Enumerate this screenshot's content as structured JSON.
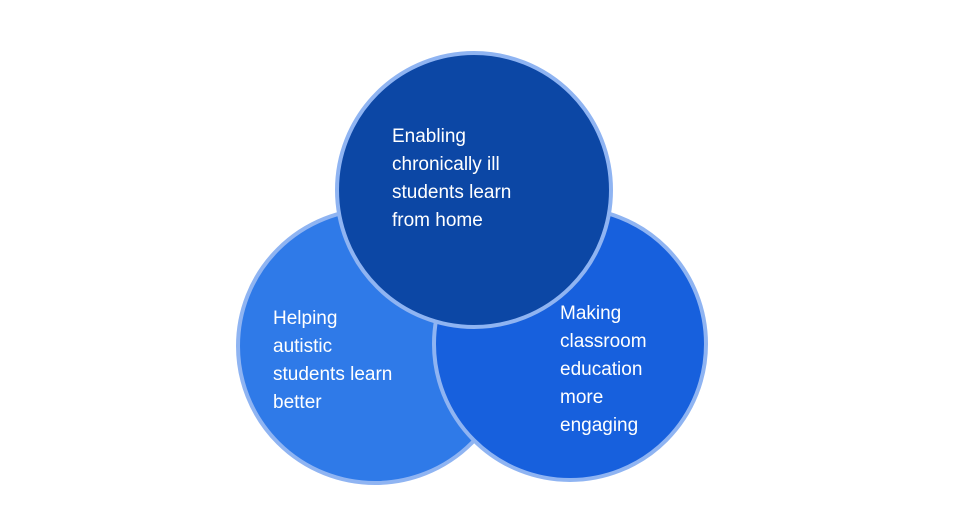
{
  "diagram": {
    "type": "venn",
    "colors": {
      "top": "#0c47a5",
      "left": "#2f7ae8",
      "right": "#1760dd",
      "outline": "#8fb4f2",
      "text": "#ffffff"
    },
    "circles": [
      {
        "id": "top",
        "label": "Enabling\nchronically ill\nstudents learn\nfrom home"
      },
      {
        "id": "left",
        "label": "Helping\nautistic\nstudents learn\nbetter"
      },
      {
        "id": "right",
        "label": "Making\nclassroom\neducation\nmore\nengaging"
      }
    ]
  }
}
